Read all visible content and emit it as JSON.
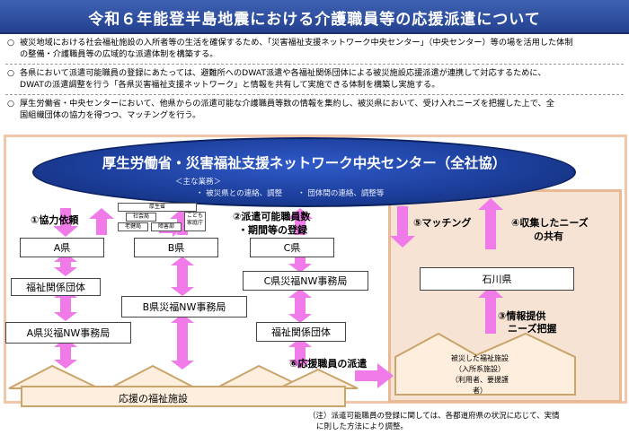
{
  "title": "令和６年能登半島地震における介護職員等の応援派遣について",
  "intro": [
    {
      "mark": "○",
      "lines": [
        "被災地域における社会福祉施設の入所者等の生活を確保するため、「災害福祉支援ネットワーク中央センター」（中央センター）等の場を活用した体制",
        "の整備・介護職員等の広域的な派遣体制を構築する。"
      ]
    },
    {
      "mark": "○",
      "lines": [
        "各県において派遣可能職員の登録にあたっては、避難所へのDWAT派遣や各福祉関係団体による被災施設応援派遣が連携して対応するために、",
        "DWATの派遣調整を行う「各県災害福祉支援ネットワーク」と情報を共有して実施できる体制を構築し実施する。"
      ]
    },
    {
      "mark": "○",
      "lines": [
        "厚生労働省・中央センターにおいて、他県からの派遣可能な介護職員等数の情報を集約し、被災県において、受け入れニーズを把握した上で、全",
        "国組織団体の協力を得つつ、マッチングを行う。"
      ]
    }
  ],
  "center": {
    "title": "厚生労働省・災害福祉支援ネットワーク中央センター（全社協）",
    "duties_heading": "＜主な業務＞",
    "duties": "・ 被災県との連絡、調整　　・ 団体間の連絡、調整等"
  },
  "ministry_mini": {
    "top": "厚生省",
    "mid": "社会局",
    "bottom_left": "老健局",
    "bottom_right": "障害部",
    "side": "こども家庭庁"
  },
  "labels": {
    "step1": "①協力依頼",
    "step2_line1": "②派遣可能職員数",
    "step2_line2": "・期間等の登録",
    "step3_line1": "③情報提供",
    "step3_line2": "ニーズ把握",
    "step4_line1": "④収集したニーズ",
    "step4_line2": "の共有",
    "step5": "⑤マッチング",
    "step6": "⑥応援職員の派遣"
  },
  "boxes": {
    "a_pref": "A県",
    "b_pref": "B県",
    "c_pref": "C県",
    "ishikawa": "石川県",
    "welfare_org_a": "福祉関係団体",
    "a_nw": "A県災福NW事務局",
    "b_nw": "B県災福NW事務局",
    "c_nw": "C県災福NW事務局",
    "welfare_org_c": "福祉関係団体",
    "support_facility": "応援の福祉施設",
    "affected_facility_line1": "被災した福祉施設",
    "affected_facility_line2": "（入所系施設）",
    "affected_facility_line3": "（利用者、要援護者）"
  },
  "footnote": [
    "（注）派遣可能職員の登録に関しては、各都道府県の状況に応じて、実情",
    "に則した方法により調整。"
  ],
  "colors": {
    "title_bg": "#2b4a9c",
    "arrow": "#f07ae8",
    "ellipse": "#1d3f9c",
    "facility_fill": "#fdeedd",
    "frame": "#f2c6a8"
  }
}
